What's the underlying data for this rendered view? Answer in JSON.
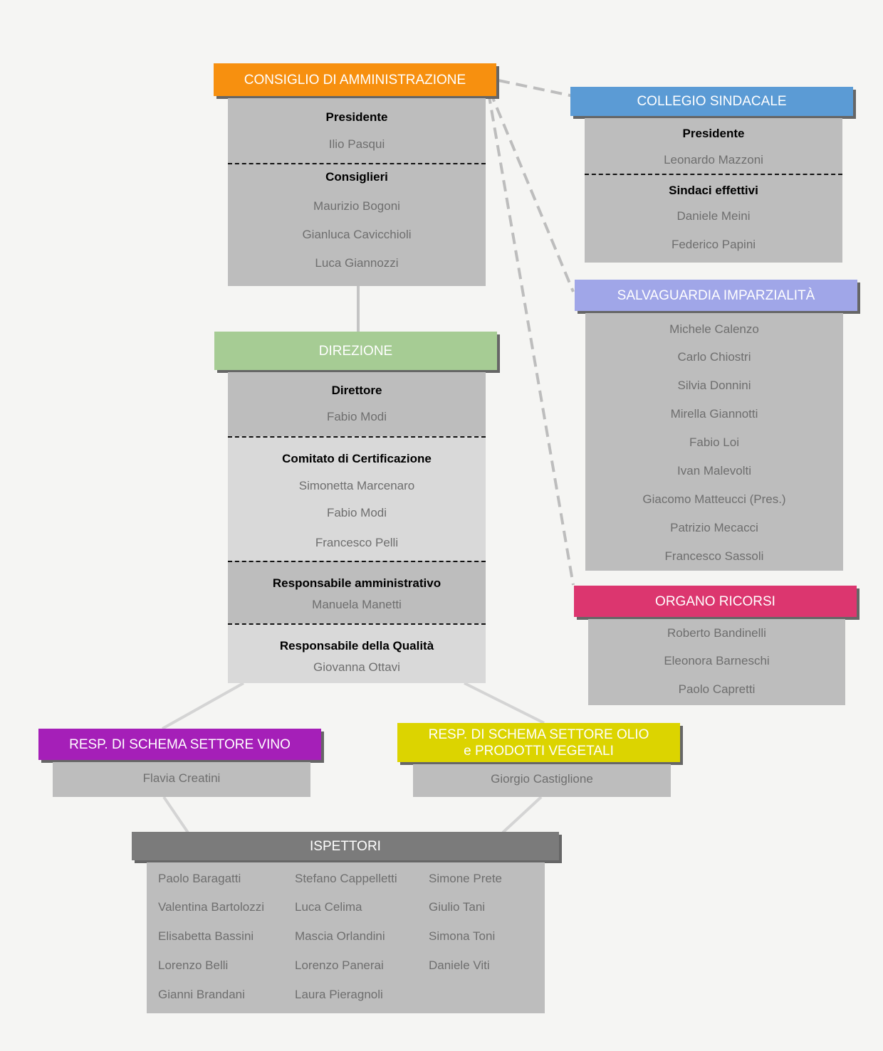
{
  "colors": {
    "consiglio": "#f7900f",
    "collegio": "#5b9bd5",
    "salvaguardia": "#a0a6e8",
    "organo": "#dc366f",
    "direzione": "#a6cc94",
    "vino": "#a51fb8",
    "olio": "#dcd400",
    "ispettori": "#7b7b7b",
    "panel": "#bdbdbd",
    "panel_light": "#d9d9d9"
  },
  "consiglio": {
    "title": "CONSIGLIO DI AMMINISTRAZIONE",
    "presidente_label": "Presidente",
    "presidente": "Ilio Pasqui",
    "consiglieri_label": "Consiglieri",
    "consiglieri": [
      "Maurizio Bogoni",
      "Gianluca Cavicchioli",
      "Luca Giannozzi"
    ]
  },
  "collegio": {
    "title": "COLLEGIO SINDACALE",
    "presidente_label": "Presidente",
    "presidente": "Leonardo Mazzoni",
    "sindaci_label": "Sindaci effettivi",
    "sindaci": [
      "Daniele Meini",
      "Federico Papini"
    ]
  },
  "salvaguardia": {
    "title": "SALVAGUARDIA IMPARZIALITÀ",
    "members": [
      "Michele Calenzo",
      "Carlo Chiostri",
      "Silvia Donnini",
      "Mirella Giannotti",
      "Fabio Loi",
      "Ivan Malevolti",
      "Giacomo Matteucci (Pres.)",
      "Patrizio Mecacci",
      "Francesco Sassoli"
    ]
  },
  "organo": {
    "title": "ORGANO RICORSI",
    "members": [
      "Roberto Bandinelli",
      "Eleonora Barneschi",
      "Paolo Capretti"
    ]
  },
  "direzione": {
    "title": "DIREZIONE",
    "direttore_label": "Direttore",
    "direttore": "Fabio Modi",
    "comitato_label": "Comitato di Certificazione",
    "comitato": [
      "Simonetta Marcenaro",
      "Fabio Modi",
      "Francesco Pelli"
    ],
    "amministrativo_label": "Responsabile amministrativo",
    "amministrativo": "Manuela Manetti",
    "qualita_label": "Responsabile della Qualità",
    "qualita": "Giovanna Ottavi"
  },
  "vino": {
    "title": "RESP. DI SCHEMA SETTORE VINO",
    "member": "Flavia Creatini"
  },
  "olio": {
    "title_line1": "RESP. DI SCHEMA SETTORE OLIO",
    "title_line2": "e PRODOTTI VEGETALI",
    "member": "Giorgio Castiglione"
  },
  "ispettori": {
    "title": "ISPETTORI",
    "col1": [
      "Paolo Baragatti",
      "Valentina Bartolozzi",
      "Elisabetta Bassini",
      "Lorenzo Belli",
      "Gianni Brandani"
    ],
    "col2": [
      "Stefano Cappelletti",
      "Luca Celima",
      "Mascia Orlandini",
      "Lorenzo Panerai",
      "Laura Pieragnoli"
    ],
    "col3": [
      "Simone Prete",
      "Giulio Tani",
      "Simona Toni",
      "Daniele Viti"
    ]
  }
}
